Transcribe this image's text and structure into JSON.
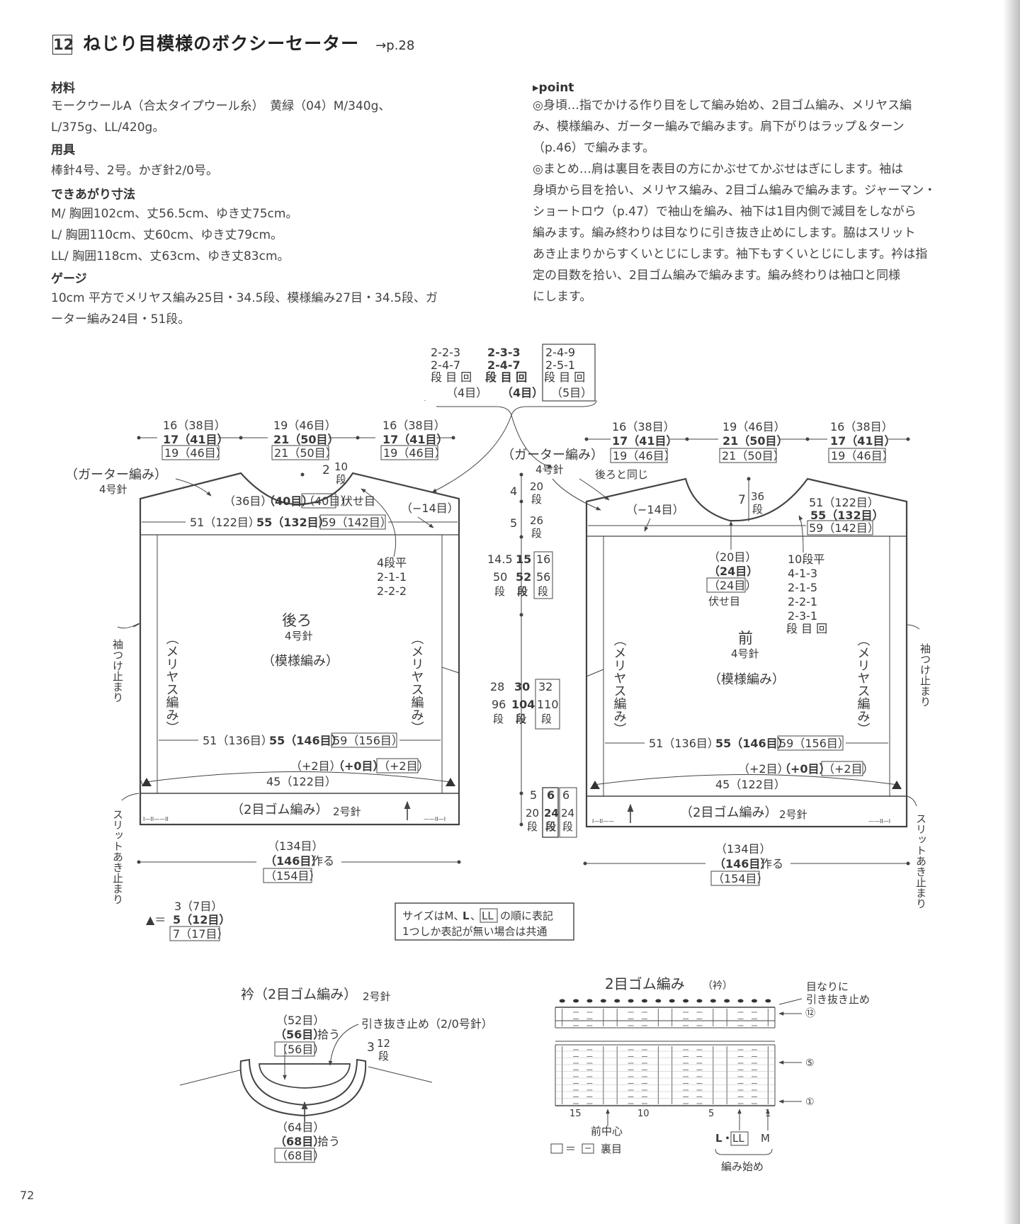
{
  "header": {
    "number": "12",
    "title": "ねじり目模様のボクシーセーター",
    "page_ref": "→p.28"
  },
  "materials": {
    "heading": "材料",
    "line1": "モークウールA（合太タイプウール糸）　黄緑（04）M/340g、",
    "line2": "L/375g、LL/420g。"
  },
  "tools": {
    "heading": "用具",
    "line1": "棒針4号、2号。かぎ針2/0号。"
  },
  "finished_size": {
    "heading": "できあがり寸法",
    "m": "M/ 胸囲102cm、丈56.5cm、ゆき丈75cm。",
    "l": "L/ 胸囲110cm、丈60cm、ゆき丈79cm。",
    "ll": "LL/ 胸囲118cm、丈63cm、ゆき丈83cm。"
  },
  "gauge": {
    "heading": "ゲージ",
    "line1": "10cm 平方でメリヤス編み25目・34.5段、模様編み27目・34.5段、ガ",
    "line2": "ーター編み24目・51段。"
  },
  "point": {
    "heading": "▸point",
    "lines": [
      "◎身頃…指でかける作り目をして編み始め、2目ゴム編み、メリヤス編",
      "み、模様編み、ガーター編みで編みます。肩下がりはラップ＆ターン",
      "（p.46）で編みます。",
      "◎まとめ…肩は裏目を表目の方にかぶせてかぶせはぎにします。袖は",
      "身頃から目を拾い、メリヤス編み、2目ゴム編みで編みます。ジャーマン・",
      "ショートロウ（p.47）で袖山を編み、袖下は1目内側で減目をしながら",
      "編みます。編み終わりは目なりに引き抜き止めにします。脇はスリット",
      "あき止まりからすくいとじにします。袖下もすくいとじにします。衿は指",
      "定の目数を拾い、2目ゴム編みで編みます。編み終わりは袖口と同様",
      "にします。"
    ]
  },
  "diagram": {
    "shoulder_note": {
      "m": [
        "2-2-3",
        "2-4-7",
        "段 目 回",
        "（4目）"
      ],
      "l": [
        "2-3-3",
        "2-4-7",
        "段 目 回",
        "（4目）"
      ],
      "ll": [
        "2-4-9",
        "2-5-1",
        "段 目 回",
        "（5目）"
      ]
    },
    "back": {
      "name": "後ろ",
      "needle": "4号針",
      "pattern": "（模様編み）",
      "garter_label": "（ガーター編み）",
      "garter_needle": "4号針",
      "top_segments": [
        {
          "m": "16（38目）",
          "l": "17（41目）",
          "ll": "19（46目）"
        },
        {
          "m": "19（46目）",
          "l": "21（50目）",
          "ll": "21（50目）"
        },
        {
          "m": "16（38目）",
          "l": "17（41目）",
          "ll": "19（46目）"
        }
      ],
      "neck_depth": "2",
      "neck_rows": "10",
      "neck_rows_unit": "段",
      "neck_bind": {
        "m": "（36目）",
        "l": "（40目）",
        "ll": "（40目）",
        "suffix": "伏せ目"
      },
      "shoulder_width": {
        "m": "51（122目）",
        "l": "55（132目）",
        "ll": "59（142目）"
      },
      "dec": "（−14目）",
      "neck_shaping": [
        "4段平",
        "2-1-1",
        "2-2-2"
      ],
      "side_left": "（メリヤス編み）",
      "side_right": "（メリヤス編み）",
      "sleeve_mark": "袖つけ止まり",
      "hem_width": {
        "m": "51（136目）",
        "l": "55（146目）",
        "ll": "59（156目）"
      },
      "rib_inc": {
        "m": "（+2目）",
        "l": "（+0目）",
        "ll": "（+2目）"
      },
      "rib_inner": "45（122目）",
      "rib_label": "（2目ゴム編み）",
      "rib_needle": "2号針",
      "cast_on": {
        "m": "（134目）",
        "l": "（146目）",
        "suffix": "作る",
        "ll": "（154目）"
      },
      "slit": "スリットあき止まり",
      "rib_marks_left": "I—II——II",
      "rib_marks_right": "——II—I"
    },
    "front": {
      "name": "前",
      "needle": "4号針",
      "pattern": "（模様編み）",
      "garter_label": "（ガーター編み）",
      "garter_needle": "4号針",
      "same_as_back": "後ろと同じ",
      "top_segments": [
        {
          "m": "16（38目）",
          "l": "17（41目）",
          "ll": "19（46目）"
        },
        {
          "m": "19（46目）",
          "l": "21（50目）",
          "ll": "21（50目）"
        },
        {
          "m": "16（38目）",
          "l": "17（41目）",
          "ll": "19（46目）"
        }
      ],
      "neck_depth": "7",
      "neck_rows": "36",
      "neck_rows_unit": "段",
      "shoulder_width": {
        "m": "51（122目）",
        "l": "55（132目）",
        "ll": "59（142目）"
      },
      "dec": "（−14目）",
      "neck_bind": {
        "m": "（20目）",
        "l": "（24目）",
        "ll": "（24目）",
        "suffix": "伏せ目"
      },
      "neck_shaping": [
        "10段平",
        "4-1-3",
        "2-1-5",
        "2-2-1",
        "2-3-1",
        "段 目 回"
      ],
      "side_left": "（メリヤス編み）",
      "side_right": "（メリヤス編み）",
      "sleeve_mark": "袖つけ止まり",
      "hem_width": {
        "m": "51（136目）",
        "l": "55（146目）",
        "ll": "59（156目）"
      },
      "rib_inc": {
        "m": "（+2目）",
        "l": "（+0目）",
        "ll": "（+2目）"
      },
      "rib_inner": "45（122目）",
      "rib_label": "（2目ゴム編み）",
      "rib_needle": "2号針",
      "cast_on": {
        "m": "（134目）",
        "l": "（146目）",
        "suffix": "作る",
        "ll": "（154目）"
      },
      "slit": "スリットあき止まり",
      "rib_marks_left": "I—II——",
      "rib_marks_right": "——II—I"
    },
    "vertical": {
      "garter1": {
        "cm": "4",
        "rows": "20",
        "unit": "段"
      },
      "garter2": {
        "cm": "5",
        "rows": "26",
        "unit": "段"
      },
      "armhole": {
        "m": "14.5",
        "l": "15",
        "ll": "16",
        "m_rows": "50",
        "l_rows": "52",
        "ll_rows": "56",
        "unit": "段"
      },
      "body": {
        "m": "28",
        "l": "30",
        "ll": "32",
        "m_rows": "96",
        "l_rows": "104",
        "ll_rows": "110",
        "unit": "段"
      },
      "rib": {
        "m": "5",
        "l": "6",
        "ll": "6",
        "m_rows": "20",
        "l_rows": "24",
        "ll_rows": "24",
        "unit": "段"
      }
    },
    "triangle_note": {
      "m": "3（7目）",
      "symbol": "▲＝",
      "l": "5（12目）",
      "ll": "7（17目）"
    },
    "size_note": {
      "line1_a": "サイズはM、",
      "line1_b": "L",
      "line1_c": "、",
      "line1_d": "LL",
      "line1_e": "の順に表記",
      "line2": "1つしか表記が無い場合は共通"
    }
  },
  "collar": {
    "title": "衿（2目ゴム編み）",
    "needle": "2号針",
    "top": {
      "m": "（52目）",
      "l": "（56目）",
      "suffix": "拾う",
      "ll": "（56目）"
    },
    "bind_off": "引き抜き止め（2/0号針）",
    "depth": "3",
    "rows": "12",
    "rows_unit": "段",
    "bottom": {
      "m": "（64目）",
      "l": "（68目）",
      "suffix": "拾う",
      "ll": "（68目）"
    }
  },
  "chart": {
    "title": "2目ゴム編み",
    "subtitle": "（衿）",
    "bind_note_1": "目なりに",
    "bind_note_2": "引き抜き止め",
    "row_labels": [
      "⑫",
      "⑤",
      "①"
    ],
    "col_labels": [
      "15",
      "10",
      "5",
      "1"
    ],
    "front_center": "前中心",
    "legend": "＝",
    "legend_text": "裏目",
    "start_l": "L・",
    "start_ll": "LL",
    "start_m": "M",
    "start_text": "編み始め"
  },
  "page_number": "72"
}
